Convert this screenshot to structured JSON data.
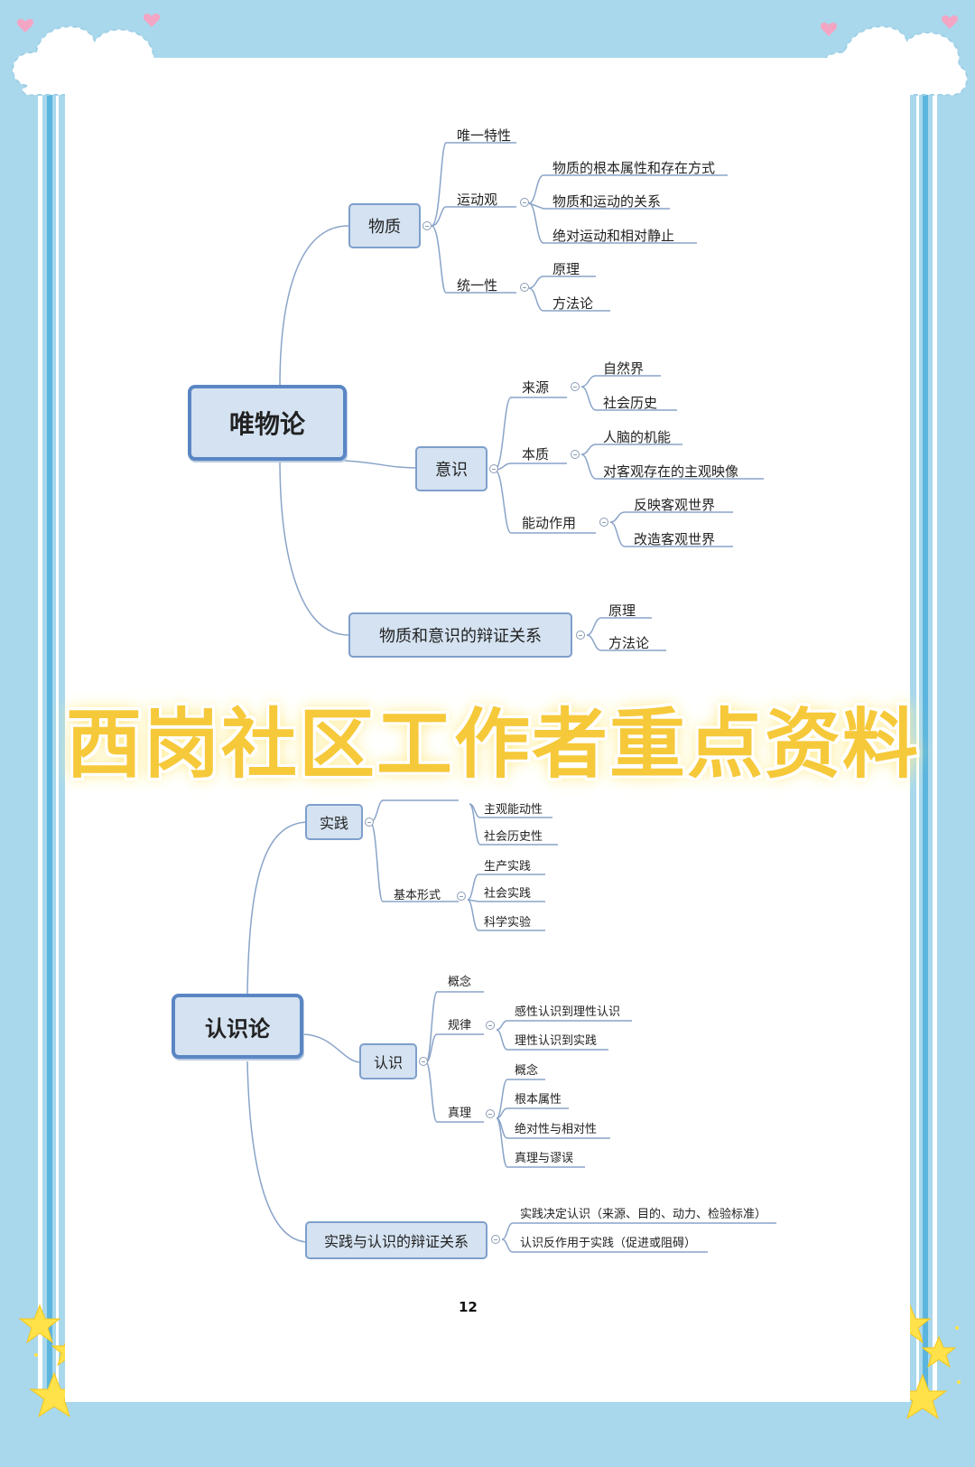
{
  "banner_text": "西岗社区工作者重点资料",
  "page_number": "12",
  "colors": {
    "background": "#a9d8ec",
    "node_fill": "#d4e2f1",
    "node_border": "#5a86c4",
    "line": "#8aa4c8",
    "banner": "#f6c93a"
  },
  "section1": {
    "root": "唯物论",
    "matter": {
      "label": "物质",
      "uniqueness": "唯一特性",
      "motion": {
        "label": "运动观",
        "items": [
          "物质的根本属性和存在方式",
          "物质和运动的关系",
          "绝对运动和相对静止"
        ]
      },
      "unity": {
        "label": "统一性",
        "items": [
          "原理",
          "方法论"
        ]
      }
    },
    "consciousness": {
      "label": "意识",
      "origin": {
        "label": "来源",
        "items": [
          "自然界",
          "社会历史"
        ]
      },
      "essence": {
        "label": "本质",
        "items": [
          "人脑的机能",
          "对客观存在的主观映像"
        ]
      },
      "agency": {
        "label": "能动作用",
        "items": [
          "反映客观世界",
          "改造客观世界"
        ]
      }
    },
    "relation": {
      "label": "物质和意识的辩证关系",
      "items": [
        "原理",
        "方法论"
      ]
    }
  },
  "section2": {
    "root": "认识论",
    "practice": {
      "label": "实践",
      "traits": [
        "主观能动性",
        "社会历史性"
      ],
      "forms": {
        "label": "基本形式",
        "items": [
          "生产实践",
          "社会实践",
          "科学实验"
        ]
      }
    },
    "cognition": {
      "label": "认识",
      "concept": "概念",
      "law": {
        "label": "规律",
        "items": [
          "感性认识到理性认识",
          "理性认识到实践"
        ]
      },
      "truth": {
        "label": "真理",
        "items": [
          "概念",
          "根本属性",
          "绝对性与相对性",
          "真理与谬误"
        ]
      }
    },
    "relation": {
      "label": "实践与认识的辩证关系",
      "items": [
        "实践决定认识（来源、目的、动力、检验标准）",
        "认识反作用于实践（促进或阻碍）"
      ]
    }
  }
}
